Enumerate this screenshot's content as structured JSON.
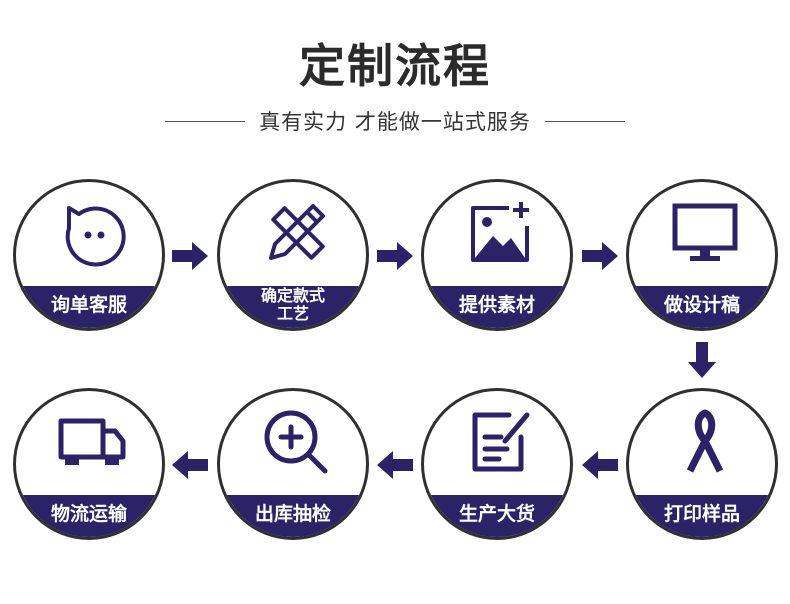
{
  "header": {
    "title": "定制流程",
    "subtitle": "真有实力 才能做一站式服务"
  },
  "colors": {
    "accent": "#2b2268",
    "ring": "#303030",
    "text": "#2b2b2b"
  },
  "steps": [
    {
      "label": "询单客服",
      "icon": "chat-face-icon"
    },
    {
      "label": "确定款式\n工艺",
      "icon": "pencil-ruler-icon"
    },
    {
      "label": "提供素材",
      "icon": "add-image-icon"
    },
    {
      "label": "做设计稿",
      "icon": "monitor-icon"
    },
    {
      "label": "打印样品",
      "icon": "ribbon-icon"
    },
    {
      "label": "生产大货",
      "icon": "document-edit-icon"
    },
    {
      "label": "出库抽检",
      "icon": "zoom-in-icon"
    },
    {
      "label": "物流运输",
      "icon": "truck-icon"
    }
  ]
}
